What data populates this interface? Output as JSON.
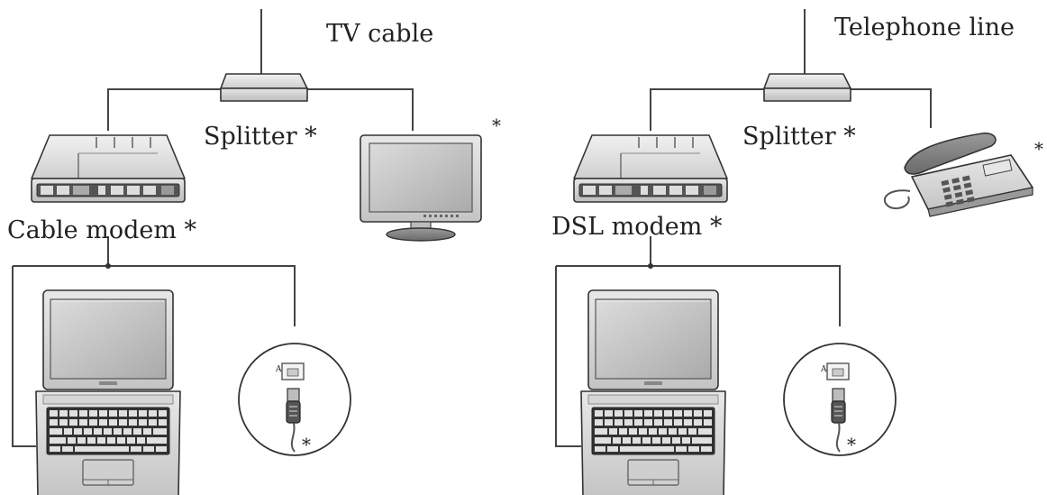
{
  "left": {
    "source_label": "TV cable",
    "splitter_label": "Splitter *",
    "modem_label": "Cable modem *",
    "tv_asterisk": "*",
    "cable_asterisk": "*",
    "port_letter": "A"
  },
  "right": {
    "source_label": "Telephone line",
    "splitter_label": "Splitter *",
    "modem_label": "DSL modem *",
    "phone_asterisk": "*",
    "cable_asterisk": "*",
    "port_letter": "A"
  }
}
